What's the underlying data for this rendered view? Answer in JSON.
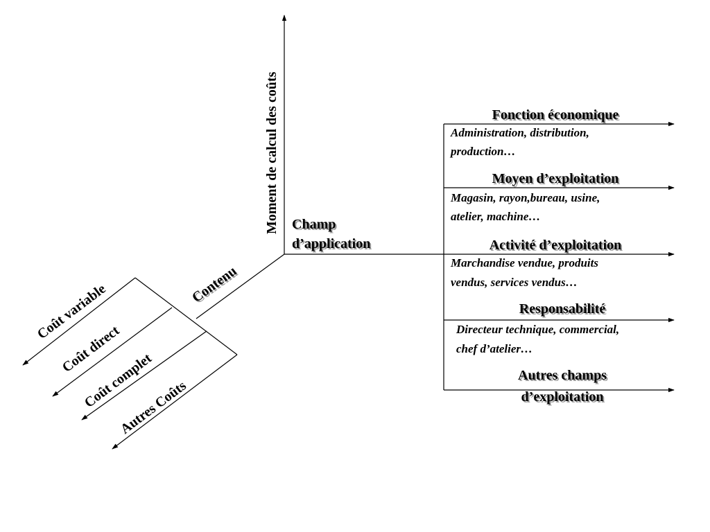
{
  "axes": {
    "vertical_label": "Moment de calcul des coûts",
    "champ_label_line1": "Champ",
    "champ_label_line2": "d’application",
    "contenu_label": "Contenu"
  },
  "branches": [
    {
      "title": "Fonction économique",
      "desc_line1": "Administration, distribution,",
      "desc_line2": "production…"
    },
    {
      "title": "Moyen d’exploitation",
      "desc_line1": "Magasin, rayon,bureau, usine,",
      "desc_line2": "atelier, machine…"
    },
    {
      "title": "Activité d’exploitation",
      "desc_line1": "Marchandise vendue, produits",
      "desc_line2": "vendus, services vendus…"
    },
    {
      "title": "Responsabilité",
      "desc_line1": "Directeur technique, commercial,",
      "desc_line2": "chef d’atelier…"
    },
    {
      "title_line1": "Autres champs",
      "title_line2": "d’exploitation"
    }
  ],
  "costs": [
    "Coût variable",
    "Coût direct",
    "Coût complet",
    "Autres Coûts"
  ]
}
